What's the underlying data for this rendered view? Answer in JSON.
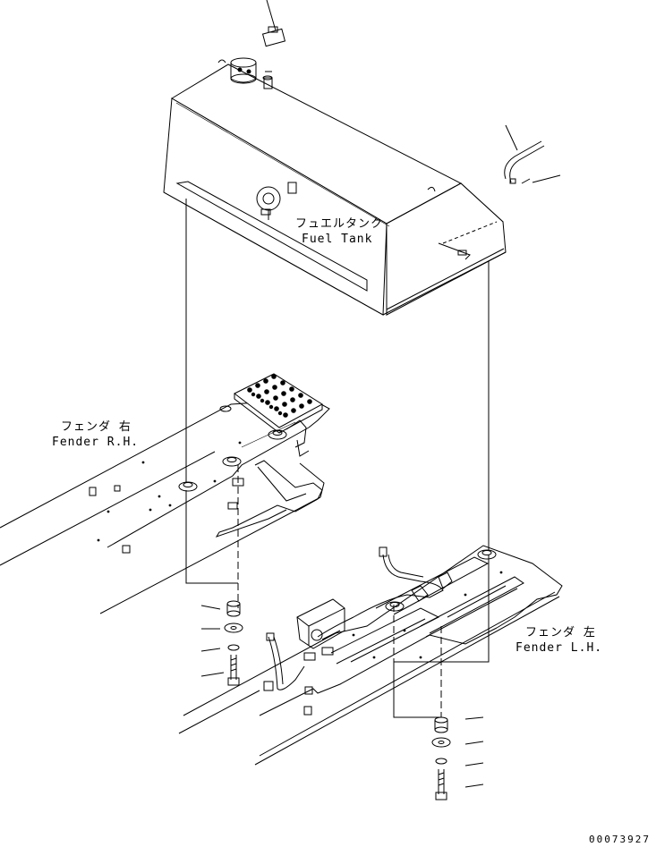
{
  "labels": {
    "fuel_tank_jp": "フュエルタンク",
    "fuel_tank_en": "Fuel Tank",
    "fender_rh_jp": "フェンダ 右",
    "fender_rh_en": "Fender R.H.",
    "fender_lh_jp": "フェンダ 左",
    "fender_lh_en": "Fender L.H."
  },
  "document_number": "00073927"
}
